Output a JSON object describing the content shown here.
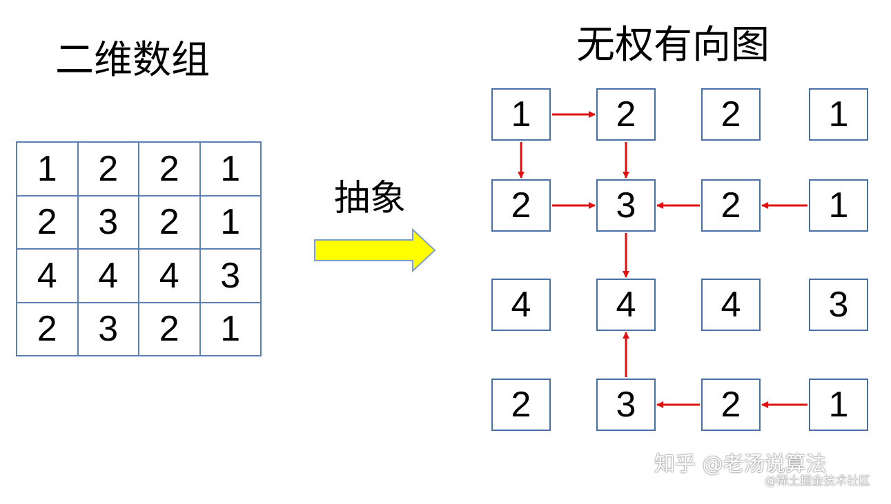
{
  "titles": {
    "left": "二维数组",
    "right": "无权有向图",
    "abstract": "抽象"
  },
  "matrix": [
    [
      "1",
      "2",
      "2",
      "1"
    ],
    [
      "2",
      "3",
      "2",
      "1"
    ],
    [
      "4",
      "4",
      "4",
      "3"
    ],
    [
      "2",
      "3",
      "2",
      "1"
    ]
  ],
  "graph": {
    "nodes": [
      [
        "1",
        "2",
        "2",
        "1"
      ],
      [
        "2",
        "3",
        "2",
        "1"
      ],
      [
        "4",
        "4",
        "4",
        "3"
      ],
      [
        "2",
        "3",
        "2",
        "1"
      ]
    ],
    "edges": [
      {
        "from": [
          0,
          0
        ],
        "to": [
          0,
          1
        ]
      },
      {
        "from": [
          0,
          0
        ],
        "to": [
          1,
          0
        ]
      },
      {
        "from": [
          0,
          1
        ],
        "to": [
          1,
          1
        ]
      },
      {
        "from": [
          1,
          0
        ],
        "to": [
          1,
          1
        ]
      },
      {
        "from": [
          1,
          2
        ],
        "to": [
          1,
          1
        ]
      },
      {
        "from": [
          1,
          3
        ],
        "to": [
          1,
          2
        ]
      },
      {
        "from": [
          1,
          1
        ],
        "to": [
          2,
          1
        ]
      },
      {
        "from": [
          3,
          1
        ],
        "to": [
          2,
          1
        ]
      },
      {
        "from": [
          3,
          2
        ],
        "to": [
          3,
          1
        ]
      },
      {
        "from": [
          3,
          3
        ],
        "to": [
          3,
          2
        ]
      }
    ]
  },
  "colors": {
    "cell_border": "#5b7fb0",
    "node_border": "#4a6fa5",
    "edge": "#e01010",
    "arrow_fill": "#ffff00",
    "arrow_stroke": "#7fa0c8"
  },
  "watermark": {
    "main": "知乎 @老汤说算法",
    "community": "@稀土掘金技术社区"
  }
}
